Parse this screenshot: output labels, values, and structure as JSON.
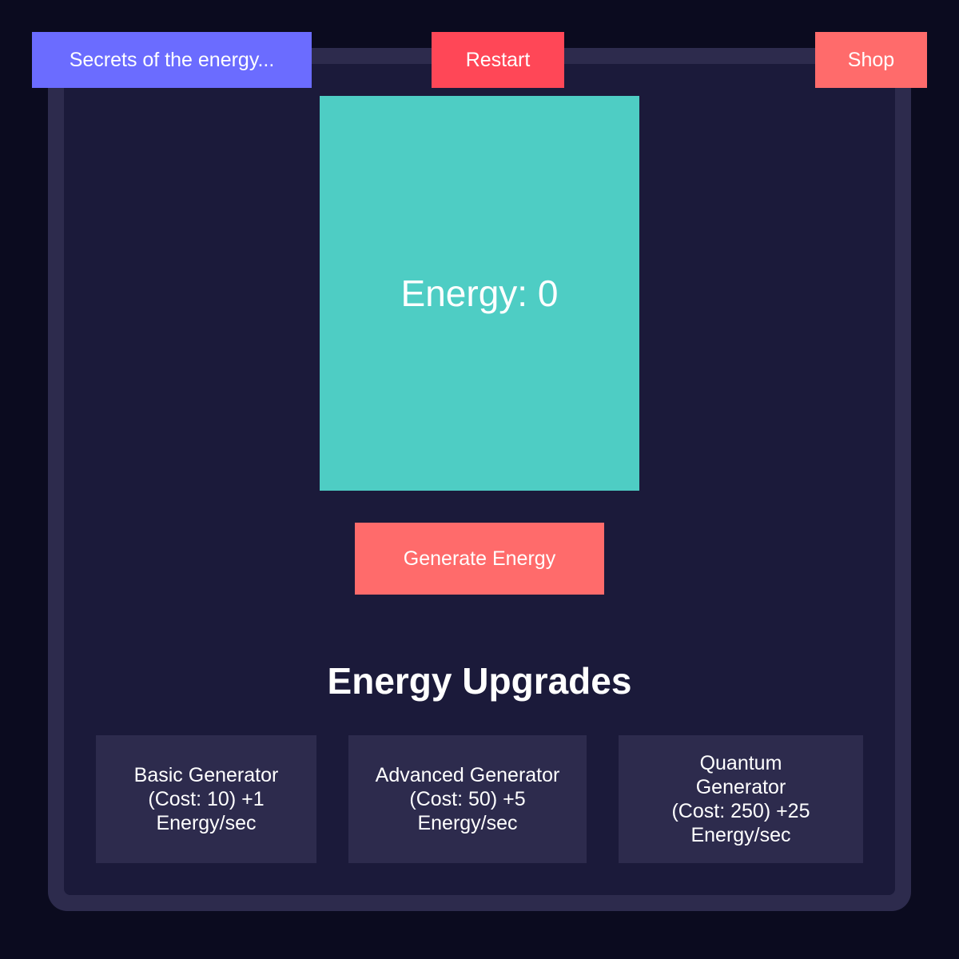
{
  "top_bar": {
    "secrets_label": "Secrets of the energy...",
    "restart_label": "Restart",
    "shop_label": "Shop"
  },
  "energy": {
    "label": "Energy: ",
    "value": "0"
  },
  "actions": {
    "generate_label": "Generate Energy"
  },
  "upgrades": {
    "title": "Energy Upgrades",
    "items": [
      {
        "label": "Basic Generator (Cost: 10) +1 Energy/sec"
      },
      {
        "label": "Advanced Generator (Cost: 50) +5 Energy/sec"
      },
      {
        "label": "Quantum Generator (Cost: 250) +25 Energy/sec"
      }
    ]
  },
  "colors": {
    "background": "#0b0b1f",
    "frame": "#2d2b4d",
    "panel": "#1b1a3a",
    "secrets_button": "#6b6cff",
    "restart_button": "#ff4757",
    "shop_button": "#ff6b6b",
    "energy_display": "#4ecdc4",
    "generate_button": "#ff6b6b",
    "upgrade_card": "#2d2b4d",
    "text": "#ffffff"
  }
}
